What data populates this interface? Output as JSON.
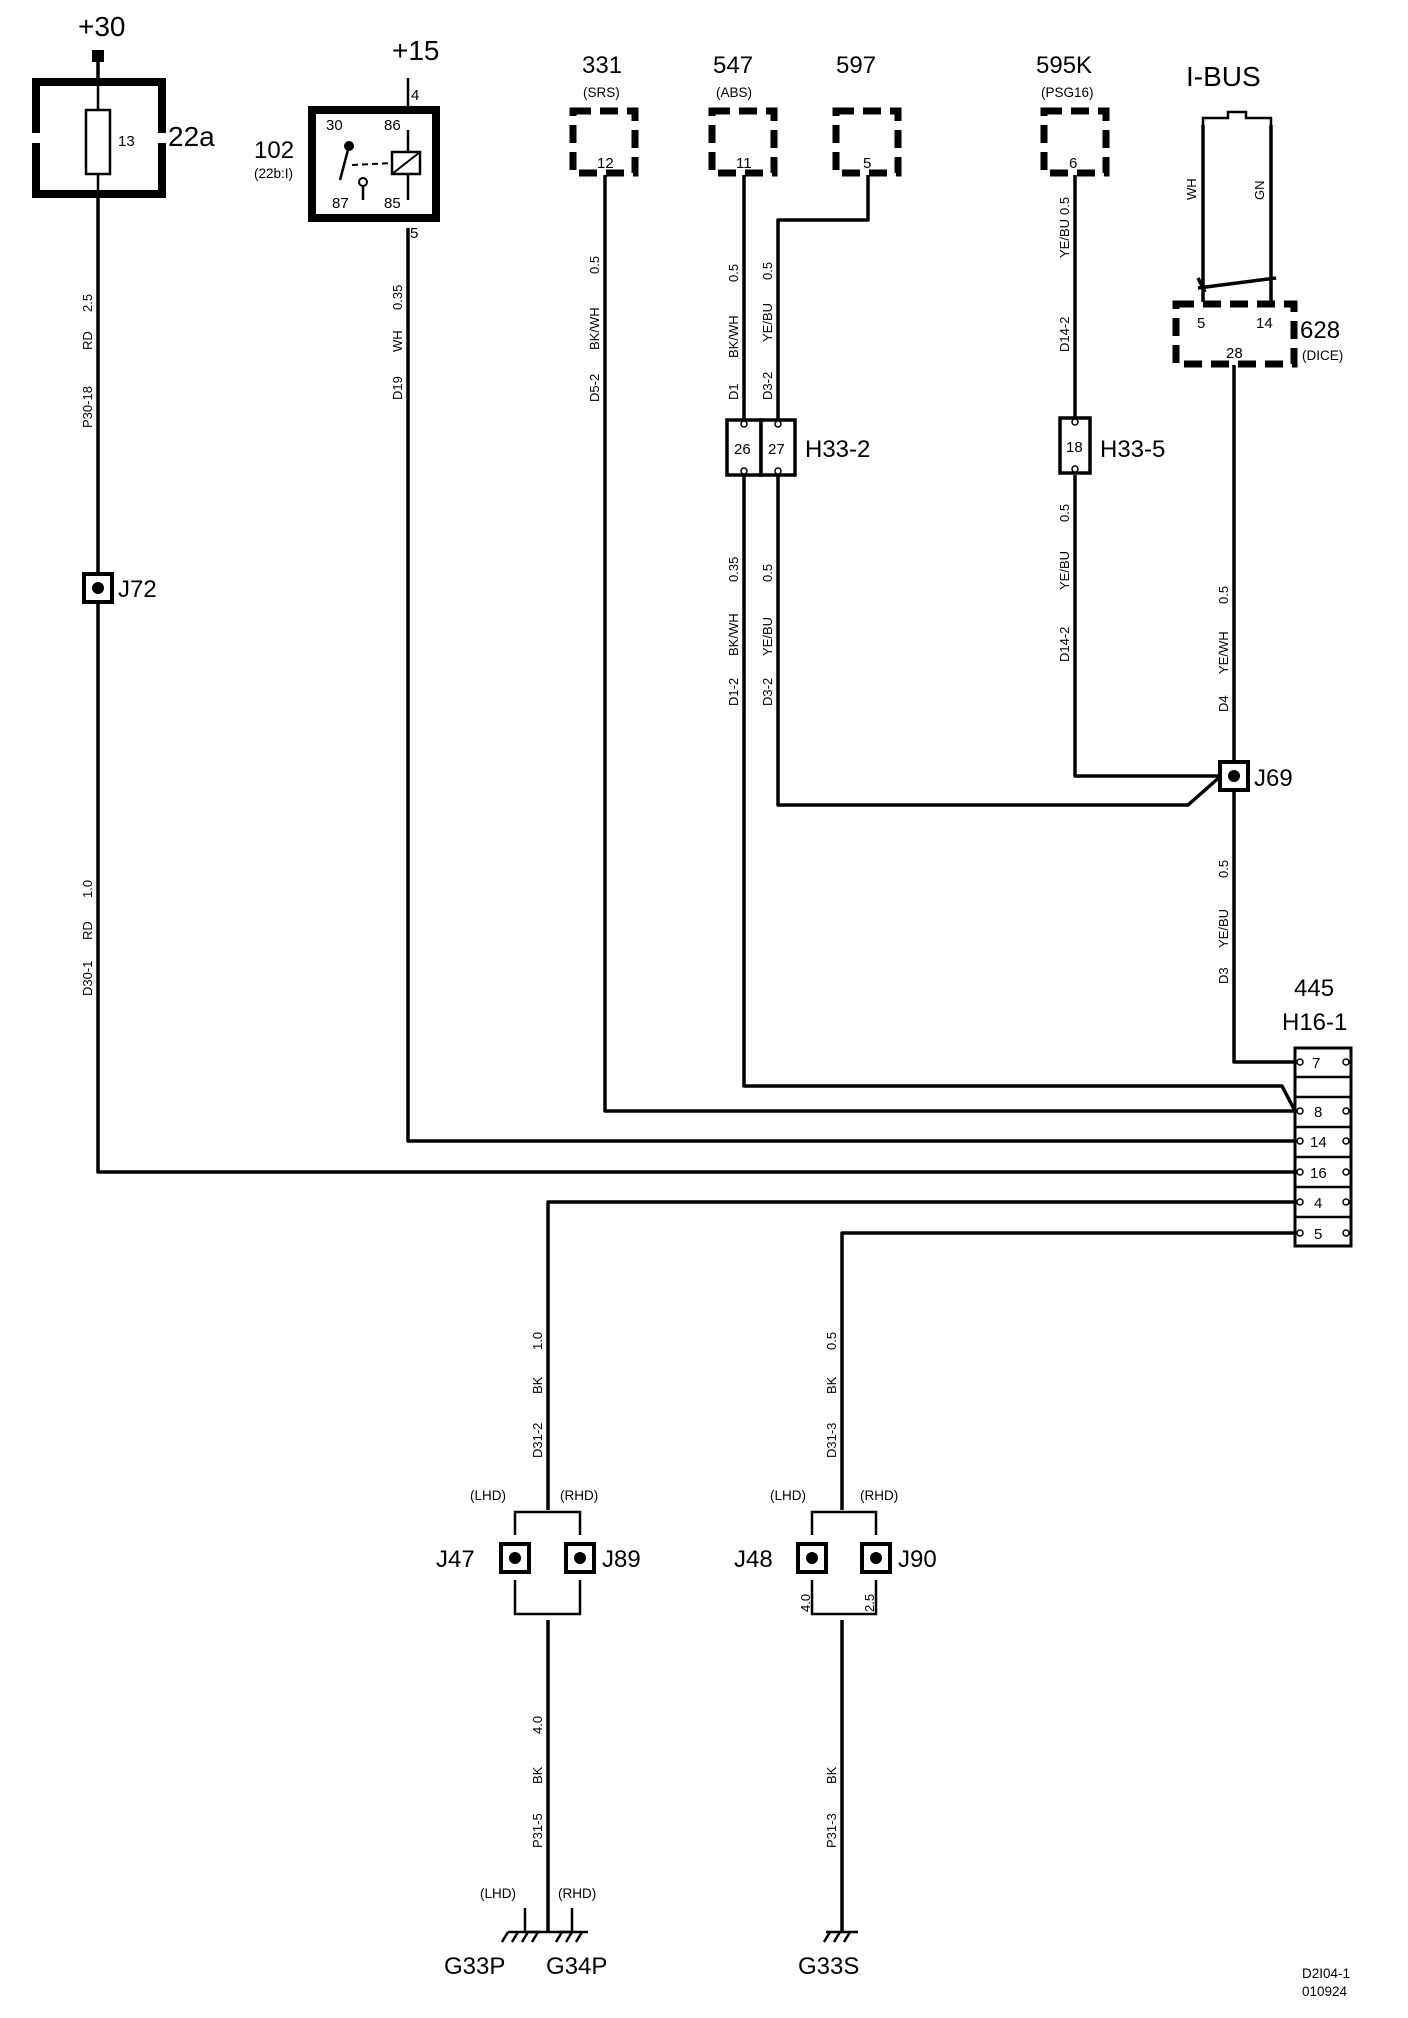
{
  "supplies": {
    "b30": "+30",
    "b15": "+15",
    "ibus": "I-BUS"
  },
  "fuse": {
    "id": "22a",
    "pin": "13"
  },
  "relay": {
    "id": "102",
    "sub": "(22b:I)",
    "pins": [
      "4",
      "30",
      "86",
      "87",
      "85",
      "5"
    ]
  },
  "units": [
    {
      "num": "331",
      "sub": "(SRS)",
      "pin": "12"
    },
    {
      "num": "547",
      "sub": "(ABS)",
      "pin": "11"
    },
    {
      "num": "597",
      "sub": "",
      "pin": "5"
    },
    {
      "num": "595K",
      "sub": "(PSG16)",
      "pin": "6"
    }
  ],
  "dice": {
    "num": "628",
    "sub": "(DICE)",
    "pins": [
      "5",
      "14",
      "28"
    ],
    "wire_colors": [
      "WH",
      "GN"
    ]
  },
  "connectors": {
    "h33_2": {
      "name": "H33-2",
      "pins": [
        "26",
        "27"
      ]
    },
    "h33_5": {
      "name": "H33-5",
      "pins": [
        "18"
      ]
    },
    "h16_1": {
      "num": "445",
      "name": "H16-1",
      "pins": [
        "7",
        "8",
        "14",
        "16",
        "4",
        "5"
      ]
    }
  },
  "splices": [
    "J72",
    "J69",
    "J47",
    "J89",
    "J48",
    "J90"
  ],
  "grounds": [
    "G33P",
    "G34P",
    "G33S"
  ],
  "wire_labels": {
    "w1": [
      "P30-18",
      "RD",
      "2.5"
    ],
    "w2": [
      "D30-1",
      "RD",
      "1.0"
    ],
    "w3": [
      "D19",
      "WH",
      "0.35"
    ],
    "w4": [
      "D5-2",
      "BK/WH",
      "0.5"
    ],
    "w5": [
      "D1",
      "BK/WH",
      "0.5"
    ],
    "w6": [
      "D3-2",
      "YE/BU",
      "0.5"
    ],
    "w7": [
      "D1-2",
      "BK/WH",
      "0.35"
    ],
    "w8": [
      "D3-2",
      "YE/BU",
      "0.5"
    ],
    "w9": [
      "D14-2",
      "YE/BU",
      "0.5"
    ],
    "w10": [
      "D14-2",
      "YE/BU",
      "0.5"
    ],
    "w11": [
      "D4",
      "YE/WH",
      "0.5"
    ],
    "w12": [
      "D3",
      "YE/BU",
      "0.5"
    ],
    "w13": [
      "D31-2",
      "BK",
      "1.0"
    ],
    "w14": [
      "D31-3",
      "BK",
      "0.5"
    ],
    "w15": [
      "P31-5",
      "BK",
      "4.0"
    ],
    "w16": [
      "P31-3",
      "BK"
    ],
    "w17": [
      "4.0"
    ],
    "w18": [
      "2.5"
    ]
  },
  "hand": {
    "lhd": "(LHD)",
    "rhd": "(RHD)"
  },
  "serial": [
    "D2I04-1",
    "010924"
  ]
}
